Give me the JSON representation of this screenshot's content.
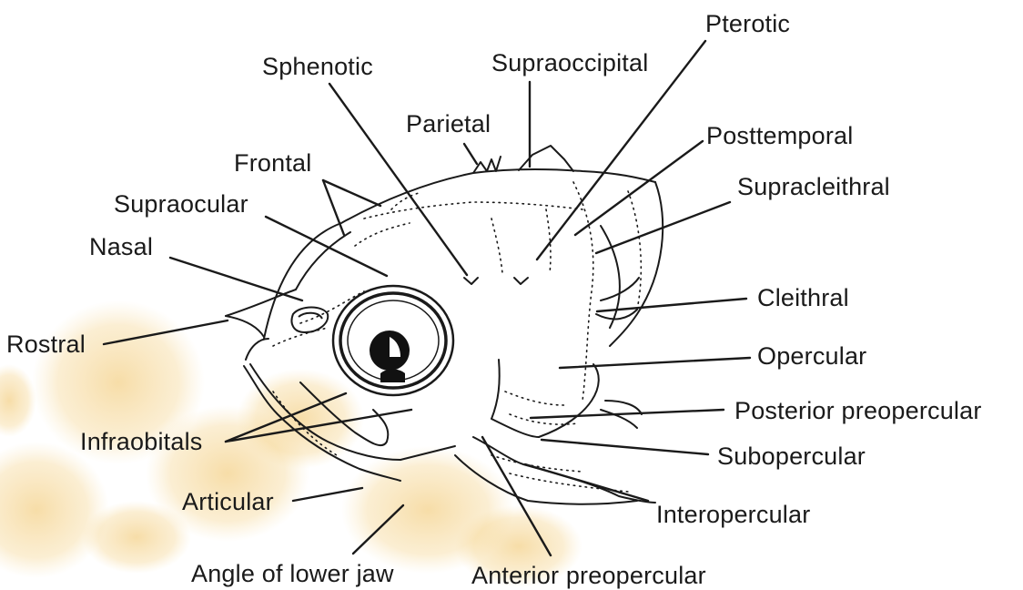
{
  "labels": {
    "pterotic": "Pterotic",
    "sphenotic": "Sphenotic",
    "supraoccipital": "Supraoccipital",
    "parietal": "Parietal",
    "posttemporal": "Posttemporal",
    "frontal": "Frontal",
    "supracleithral": "Supracleithral",
    "supraocular": "Supraocular",
    "nasal": "Nasal",
    "cleithral": "Cleithral",
    "rostral": "Rostral",
    "opercular": "Opercular",
    "posterior_preopercular": "Posterior preopercular",
    "infraobitals": "Infraobitals",
    "subopercular": "Subopercular",
    "articular": "Articular",
    "interopercular": "Interopercular",
    "angle_of_lower_jaw": "Angle of lower jaw",
    "anterior_preopercular": "Anterior preopercular"
  },
  "colors": {
    "background": "#ffffff",
    "ink": "#1a1a1a",
    "stain": "#f2c76e"
  }
}
